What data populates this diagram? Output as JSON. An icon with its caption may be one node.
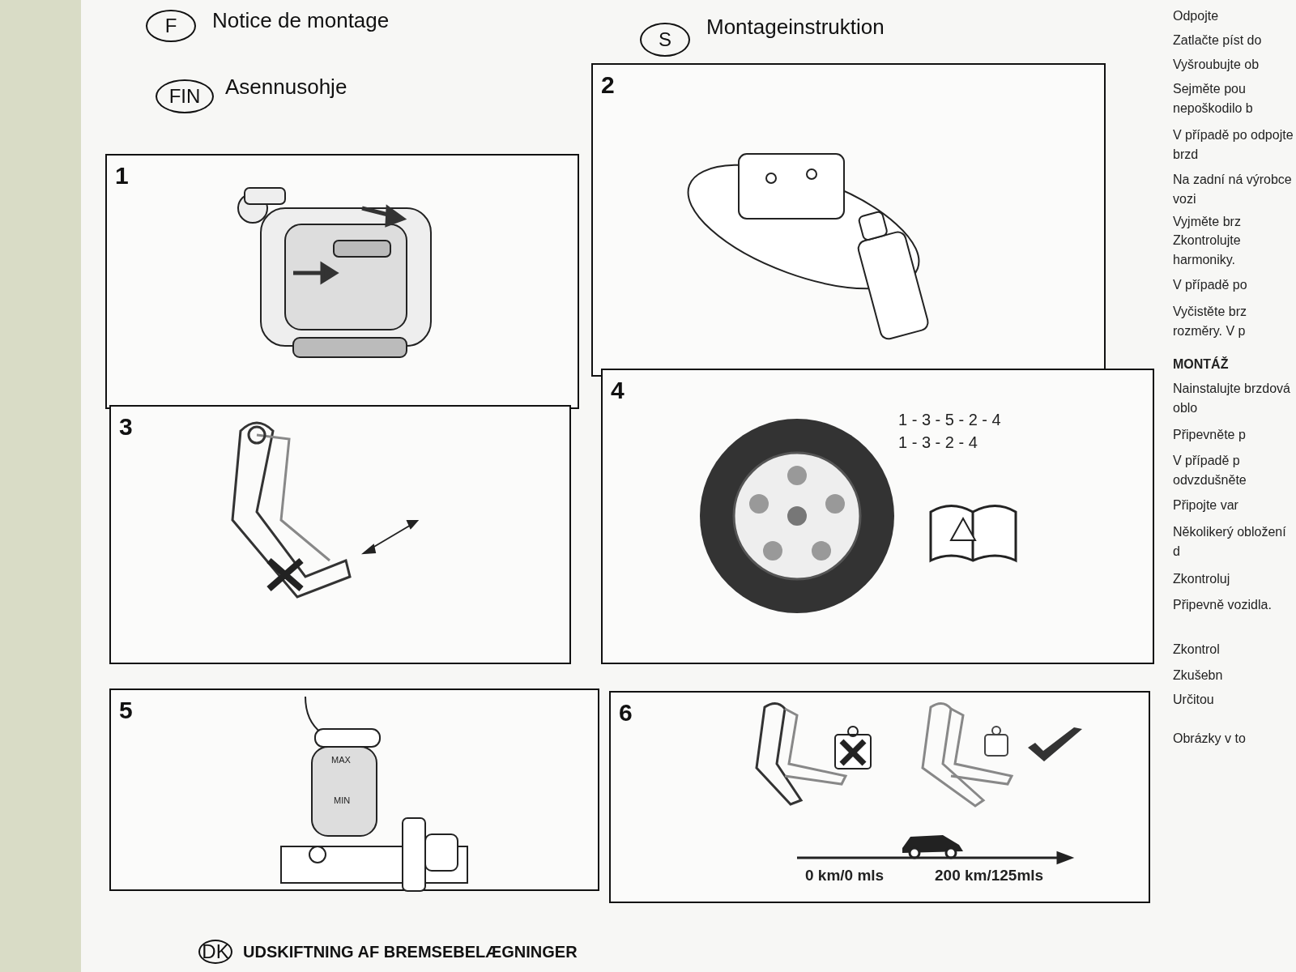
{
  "diagram": {
    "nodes": [
      {
        "text": [
          "F"
        ],
        "beside": [
          "Notice de montage"
        ]
      },
      {
        "text": [
          "S"
        ],
        "beside": [
          "Montageinstruktion"
        ]
      },
      {
        "text": [
          "FIN"
        ],
        "beside": [
          "Asennusohje"
        ]
      },
      {
        "text": [
          "1"
        ]
      },
      {
        "text": [
          "2"
        ]
      },
      {
        "text": [
          "3"
        ]
      },
      {
        "text": [
          "4",
          "1 - 3 - 5 - 2 - 4",
          "1 - 3 - 2 - 4"
        ]
      },
      {
        "text": [
          "5",
          "MAX",
          "MIN"
        ]
      },
      {
        "text": [
          "6",
          "0 km/0 mls",
          "200 km/125mls"
        ]
      },
      {
        "text": [
          "DK"
        ],
        "beside": [
          "UDSKIFTNING AF BREMSEBELÆGNINGER"
        ]
      }
    ],
    "edges": [],
    "labels": [
      "Odpojte",
      "Zatlačte píst do",
      "Vyšroubujte ob",
      "Sejměte pou nepoškodilo b",
      "V případě po odpojte brzd",
      "Na zadní ná výrobce vozi",
      "Vyjměte brz",
      "Zkontrolujte harmoniky.",
      "V případě po",
      "Vyčistěte brz rozměry. V p",
      "MONTÁŽ",
      "Nainstalujte brzdová oblo",
      "Připevněte p",
      "V případě p odvzdušněte",
      "Připojte var",
      "Několikerý obložení d",
      "Zkontroluj",
      "Připevně vozidla.",
      "Zkontrol",
      "Zkušebn",
      "Určitou",
      "Obrázky v to"
    ]
  }
}
